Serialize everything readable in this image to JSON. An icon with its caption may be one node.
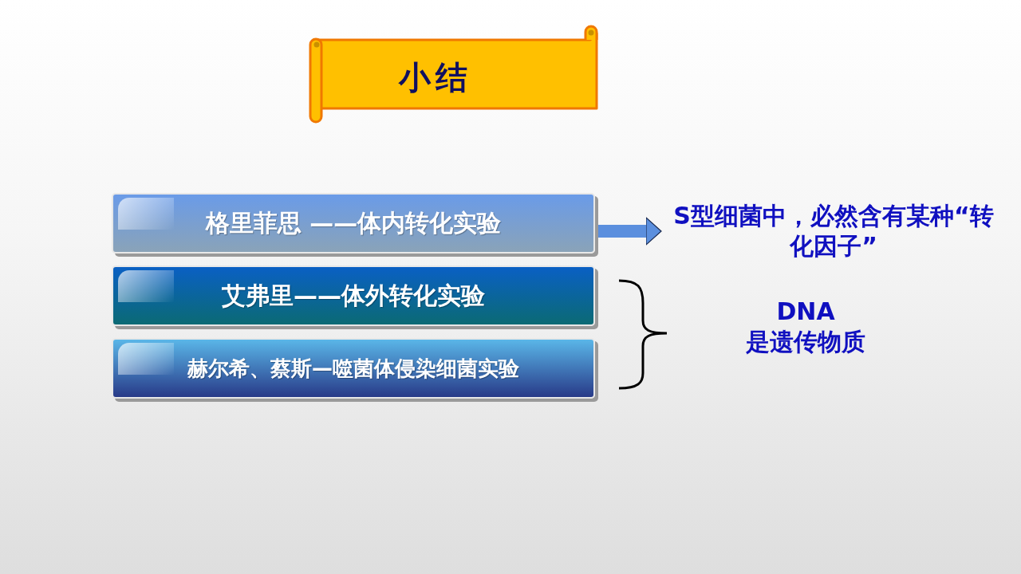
{
  "diagram": {
    "title": "小结",
    "nodes": [
      {
        "text": [
          "格里菲思 ——体内转化实验"
        ]
      },
      {
        "text": [
          "艾弗里——体外转化实验"
        ]
      },
      {
        "text": [
          "赫尔希、蔡斯—噬菌体侵染细菌实验"
        ]
      },
      {
        "text": [
          "S型细菌中，必然含有某种“转化因子”"
        ]
      },
      {
        "text": [
          "DNA",
          "是遗传物质"
        ]
      }
    ],
    "edges": [
      {
        "from": 0,
        "to": 3,
        "arrow": "to"
      }
    ]
  }
}
